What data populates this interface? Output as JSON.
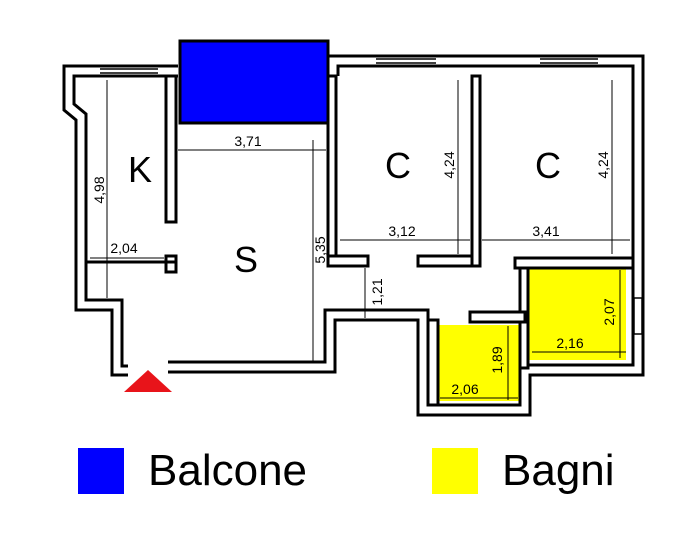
{
  "colors": {
    "balcony": "#0000ff",
    "bathroom": "#ffff00",
    "entrance": "#e8141a",
    "wall": "#000000"
  },
  "rooms": {
    "kitchen": "K",
    "living": "S",
    "bedroom1": "C",
    "bedroom2": "C"
  },
  "dimensions": {
    "living_width": "3,71",
    "living_depth": "5,35",
    "kitchen_depth": "4,98",
    "kitchen_width": "2,04",
    "bedroom1_depth": "4,24",
    "bedroom1_width": "3,12",
    "bedroom2_depth": "4,24",
    "bedroom2_width": "3,41",
    "hall_depth": "1,21",
    "bath1_depth": "1,89",
    "bath1_width": "2,06",
    "bath2_depth": "2,07",
    "bath2_width": "2,16"
  },
  "legend": [
    {
      "label": "Balcone",
      "color": "#0000ff"
    },
    {
      "label": "Bagni",
      "color": "#ffff00"
    }
  ]
}
